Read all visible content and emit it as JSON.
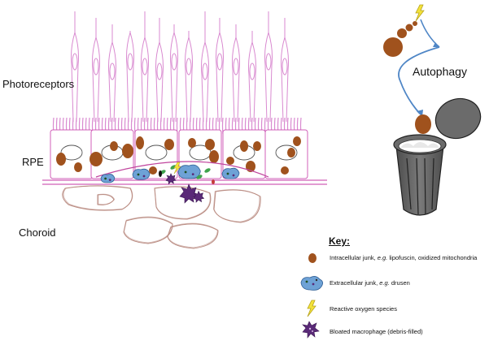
{
  "labels": {
    "photoreceptors": "Photoreceptors",
    "rpe": "RPE",
    "choroid": "Choroid",
    "autophagy": "Autophagy"
  },
  "key": {
    "title": "Key:",
    "items": [
      {
        "icon": "brown-granule-icon",
        "pre": "Intracellular junk, ",
        "em": "e.g.",
        "post": " lipofuscin, oxidized mitochondria"
      },
      {
        "icon": "drusen-blob-icon",
        "pre": "Extracellular junk, ",
        "em": "e.g.",
        "post": " drusen"
      },
      {
        "icon": "lightning-bolt-icon",
        "pre": "Reactive oxygen species",
        "em": "",
        "post": ""
      },
      {
        "icon": "macrophage-icon",
        "pre": "Bloated macrophage (debris-filled)",
        "em": "",
        "post": ""
      }
    ]
  },
  "colors": {
    "photoreceptor": "#d98ad0",
    "membrane": "#d05fb8",
    "granule": "#a0521d",
    "vessel": "#b98a80",
    "drusen": "#6ea2d6",
    "macrophage": "#5a2a78",
    "ros": "#f3e23a",
    "trash_can": "#6b6b6b",
    "arrow": "#4f86c6"
  }
}
